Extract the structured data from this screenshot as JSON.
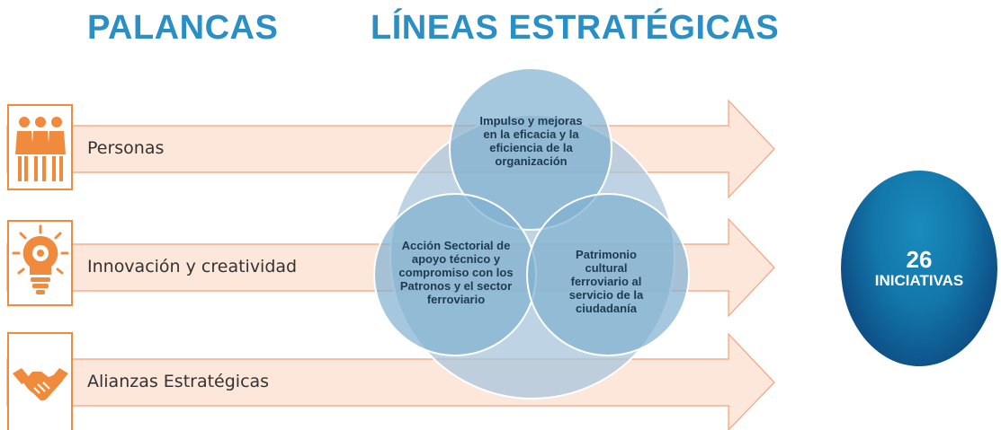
{
  "headings": {
    "levers": "PALANCAS",
    "strategic_lines": "LÍNEAS ESTRATÉGICAS"
  },
  "levers": [
    {
      "label": "Personas",
      "icon": "people-icon"
    },
    {
      "label": "Innovación y creatividad",
      "icon": "lightbulb-gear-icon"
    },
    {
      "label": "Alianzas Estratégicas",
      "icon": "handshake-icon"
    }
  ],
  "strategic_lines": {
    "top": "Impulso y mejoras en la eficacia y la eficiencia de la organización",
    "left": "Acción Sectorial de apoyo técnico y compromiso con los Patronos y el sector ferroviario",
    "right": "Patrimonio cultural ferroviario al servicio de la ciudadanía"
  },
  "total": {
    "number": "26",
    "label": "INICIATIVAS"
  },
  "colors": {
    "heading": "#2a8fc4",
    "accent_orange": "#f08a3c",
    "arrow_fill": "#fde6da",
    "circle_fill": "#8fb8d4",
    "total_dark": "#0a1f4c"
  }
}
